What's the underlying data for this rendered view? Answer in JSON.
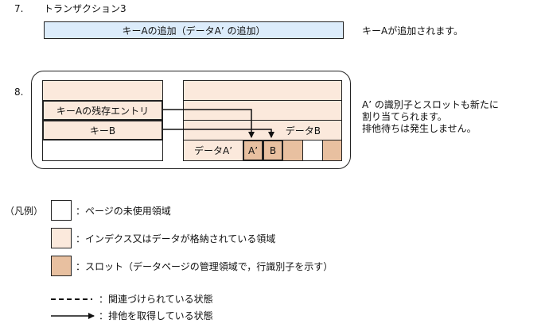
{
  "step7": {
    "number": "7.",
    "title": "トランザクション3",
    "bar_label": "キーAの追加（データA’ の追加）",
    "note": "キーAが追加されます。"
  },
  "step8": {
    "number": "8.",
    "index_rows": {
      "row1": "キーAの残存エントリ",
      "row2": "キーB"
    },
    "data_page": {
      "data_b": "データB",
      "data_a_prime": "データA’",
      "slot_a_prime": "A’",
      "slot_b": "B"
    },
    "note_lines": [
      "A’ の識別子とスロットも新たに",
      "割り当てられます。",
      "排他待ちは発生しません。"
    ]
  },
  "legend": {
    "heading": "（凡例）",
    "items": [
      "：ページの未使用領域",
      "：インデクス又はデータが格納されている領域",
      "：スロット（データページの管理領域で，行識別子を示す）",
      "：関連づけられている状態",
      "：排他を取得している状態"
    ]
  },
  "colors": {
    "bar_fill": "#dcecfb",
    "stored_area": "#fbe9dc",
    "slot_area": "#e8c0a0",
    "unused_area": "#ffffff"
  }
}
